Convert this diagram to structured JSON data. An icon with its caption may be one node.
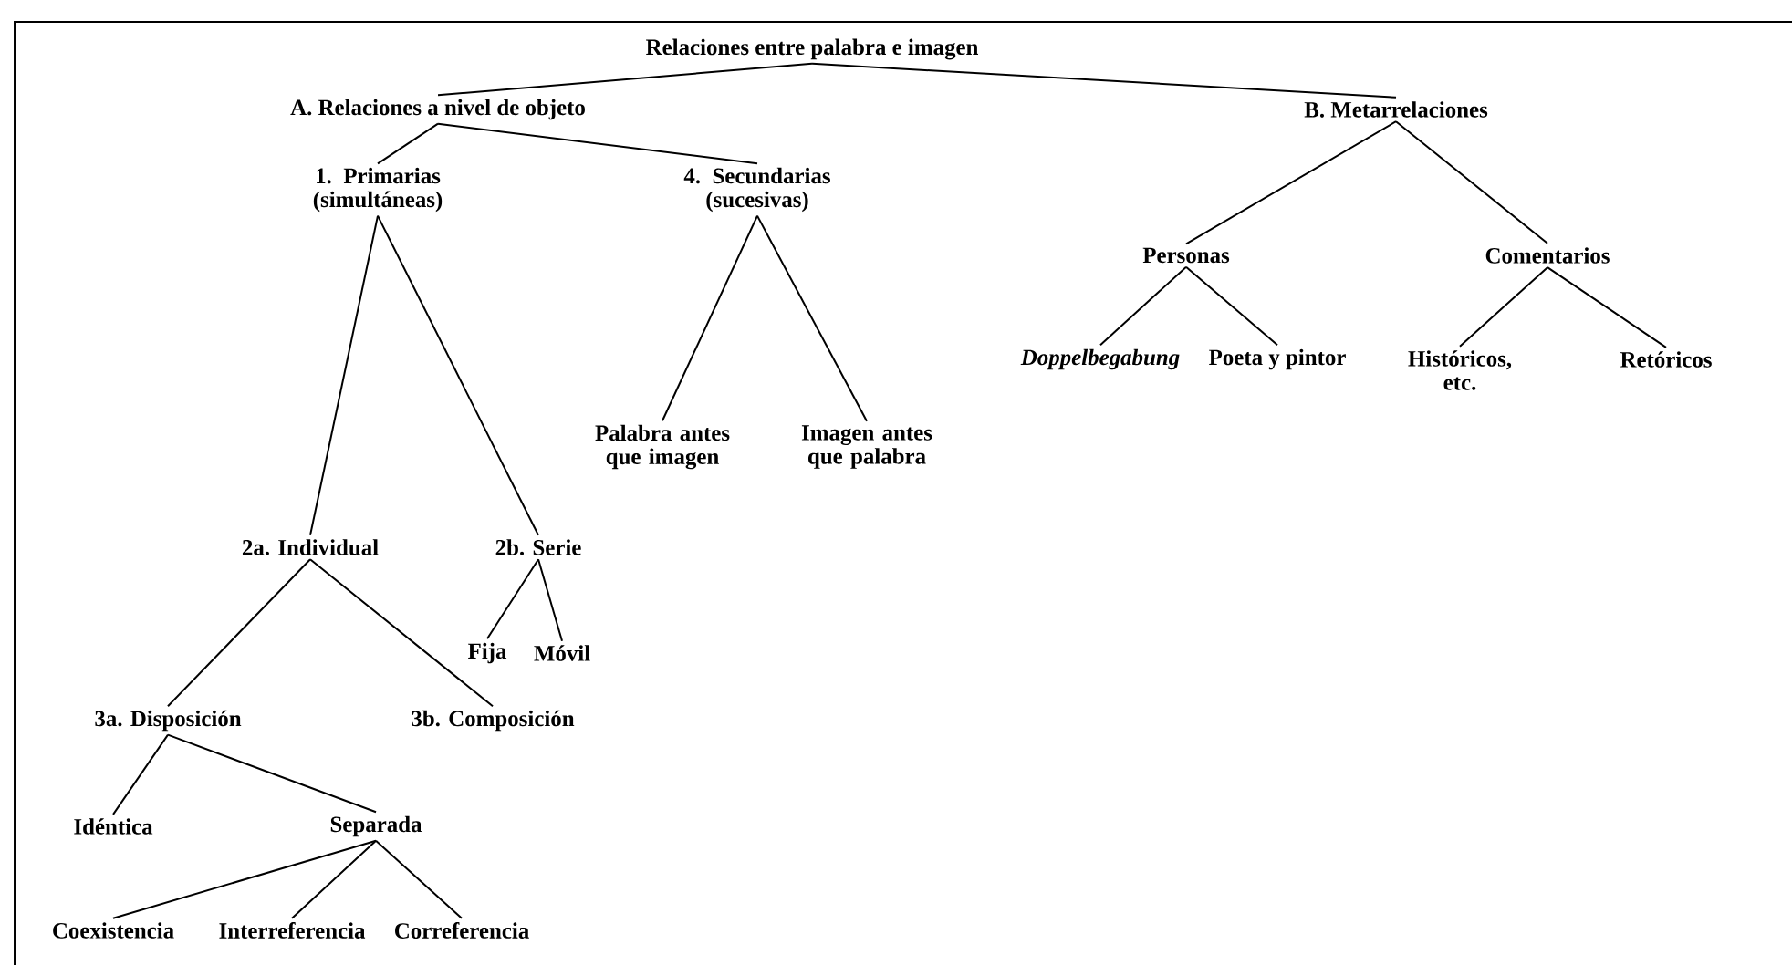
{
  "diagram": {
    "nodes": [
      {
        "text": [
          "Relaciones entre palabra e imagen"
        ]
      },
      {
        "text": [
          "A. Relaciones a nivel de objeto"
        ]
      },
      {
        "text": [
          "B. Metarrelaciones"
        ]
      },
      {
        "text": [
          "1. Primarias (simultáneas)"
        ]
      },
      {
        "text": [
          "4. Secundarias (sucesivas)"
        ]
      },
      {
        "text": [
          "Personas"
        ]
      },
      {
        "text": [
          "Comentarios"
        ]
      },
      {
        "text": [
          "Doppelbegabung"
        ]
      },
      {
        "text": [
          "Poeta y pintor"
        ]
      },
      {
        "text": [
          "Históricos, etc."
        ]
      },
      {
        "text": [
          "Retóricos"
        ]
      },
      {
        "text": [
          "Palabra antes que imagen"
        ]
      },
      {
        "text": [
          "Imagen antes que palabra"
        ]
      },
      {
        "text": [
          "2a. Individual"
        ]
      },
      {
        "text": [
          "2b. Serie"
        ]
      },
      {
        "text": [
          "Fija"
        ]
      },
      {
        "text": [
          "Móvil"
        ]
      },
      {
        "text": [
          "3a. Disposición"
        ]
      },
      {
        "text": [
          "3b. Composición"
        ]
      },
      {
        "text": [
          "Idéntica"
        ]
      },
      {
        "text": [
          "Separada"
        ]
      },
      {
        "text": [
          "Coexistencia"
        ]
      },
      {
        "text": [
          "Interreferencia"
        ]
      },
      {
        "text": [
          "Correferencia"
        ]
      }
    ],
    "edges": [
      {
        "from": 0,
        "to": 1,
        "arrow": "none"
      },
      {
        "from": 0,
        "to": 2,
        "arrow": "none"
      },
      {
        "from": 1,
        "to": 3,
        "arrow": "none"
      },
      {
        "from": 1,
        "to": 4,
        "arrow": "none"
      },
      {
        "from": 2,
        "to": 5,
        "arrow": "none"
      },
      {
        "from": 2,
        "to": 6,
        "arrow": "none"
      },
      {
        "from": 5,
        "to": 7,
        "arrow": "none"
      },
      {
        "from": 5,
        "to": 8,
        "arrow": "none"
      },
      {
        "from": 6,
        "to": 9,
        "arrow": "none"
      },
      {
        "from": 6,
        "to": 10,
        "arrow": "none"
      },
      {
        "from": 4,
        "to": 11,
        "arrow": "none"
      },
      {
        "from": 4,
        "to": 12,
        "arrow": "none"
      },
      {
        "from": 3,
        "to": 13,
        "arrow": "none"
      },
      {
        "from": 3,
        "to": 14,
        "arrow": "none"
      },
      {
        "from": 14,
        "to": 15,
        "arrow": "none"
      },
      {
        "from": 14,
        "to": 16,
        "arrow": "none"
      },
      {
        "from": 13,
        "to": 17,
        "arrow": "none"
      },
      {
        "from": 13,
        "to": 18,
        "arrow": "none"
      },
      {
        "from": 17,
        "to": 19,
        "arrow": "none"
      },
      {
        "from": 17,
        "to": 20,
        "arrow": "none"
      },
      {
        "from": 20,
        "to": 21,
        "arrow": "none"
      },
      {
        "from": 20,
        "to": 22,
        "arrow": "none"
      },
      {
        "from": 20,
        "to": 23,
        "arrow": "none"
      }
    ]
  }
}
